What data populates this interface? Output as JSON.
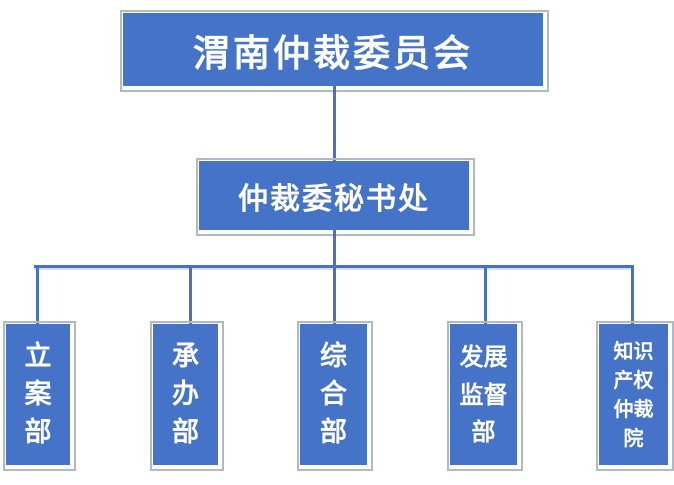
{
  "nodes": {
    "root": "渭南仲裁委员会",
    "secretariat": "仲裁委秘书处",
    "departments": [
      {
        "name": "立案部",
        "lines": [
          "立",
          "案",
          "部"
        ]
      },
      {
        "name": "承办部",
        "lines": [
          "承",
          "办",
          "部"
        ]
      },
      {
        "name": "综合部",
        "lines": [
          "综",
          "合",
          "部"
        ]
      },
      {
        "name": "发展监督部",
        "lines": [
          "发展",
          "监督",
          "部"
        ]
      },
      {
        "name": "知识产权仲裁院",
        "lines": [
          "知识",
          "产权",
          "仲裁",
          "院"
        ]
      }
    ]
  },
  "colors": {
    "node_fill": "#4573C7",
    "connector": "#4472C4",
    "frame_shadow": "#B2B8C6",
    "text": "#FFFFFF"
  }
}
